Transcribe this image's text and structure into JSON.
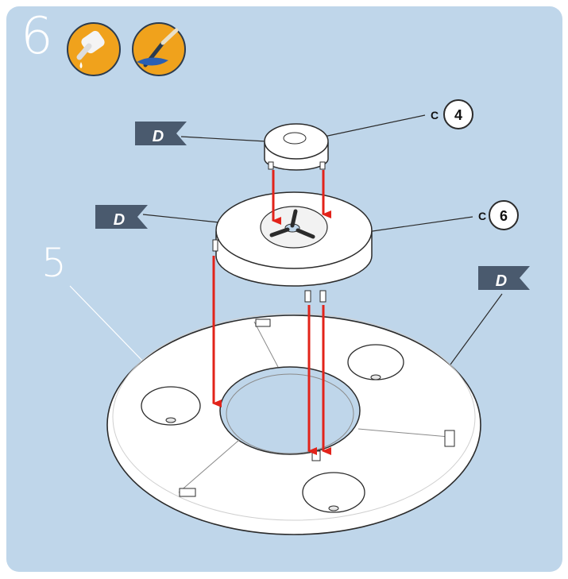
{
  "step": {
    "number": "6",
    "icons": [
      "glue-bottle-icon",
      "paint-brush-icon"
    ]
  },
  "labels": {
    "part_number": "5",
    "decal_letter": "D"
  },
  "callouts": [
    {
      "prefix": "C",
      "number": "4"
    },
    {
      "prefix": "C",
      "number": "6"
    }
  ],
  "colors": {
    "background": "#bfd6ea",
    "frame": "#ffffff",
    "icon_badge": "#f0a21c",
    "arrow": "#e2231a",
    "flag": "#4a5a6e"
  }
}
